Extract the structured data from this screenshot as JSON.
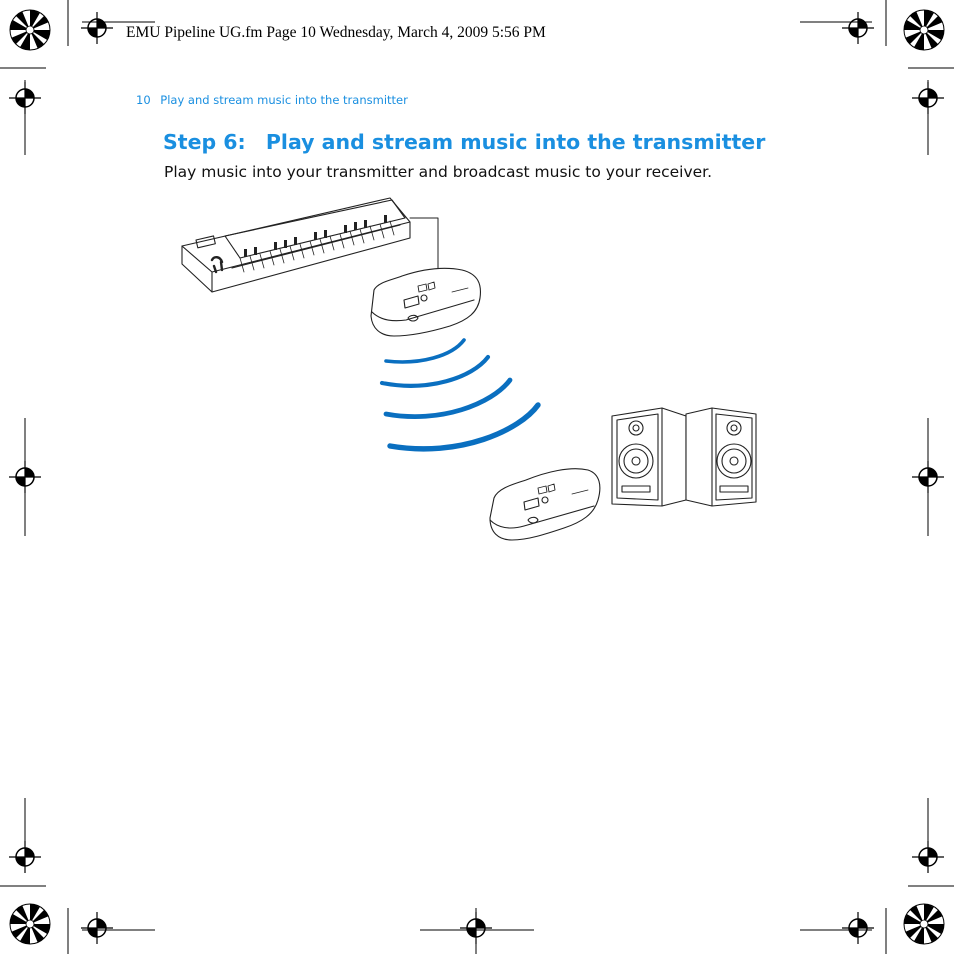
{
  "print_slug": "EMU Pipeline UG.fm  Page 10  Wednesday, March 4, 2009  5:56 PM",
  "running_header": {
    "page_number": "10",
    "section_title": "Play and stream music into the transmitter"
  },
  "step": {
    "label": "Step 6:",
    "title": "Play and stream music into the transmitter",
    "body": "Play music into your transmitter and broadcast music to your receiver."
  },
  "illustration": {
    "items": [
      "midi-keyboard",
      "transmitter",
      "wireless-signal",
      "receiver",
      "studio-monitor-speakers"
    ]
  },
  "colors": {
    "accent": "#1a8fe0",
    "signal": "#0a6fc0",
    "text": "#111111",
    "line_art": "#222222"
  }
}
